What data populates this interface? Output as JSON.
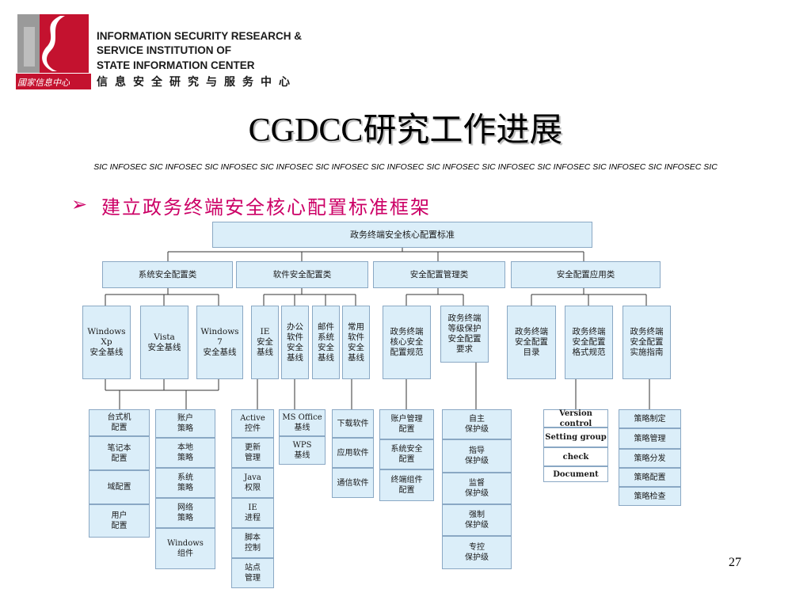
{
  "header": {
    "org_line1": "INFORMATION SECURITY RESEARCH &",
    "org_line2": "SERVICE INSTITUTION OF",
    "org_line3": "STATE INFORMATION CENTER",
    "org_cn": "信息安全研究与服务中心",
    "logo_strip_text": "國家信息中心"
  },
  "title": "CGDCC研究工作进展",
  "banner": "SIC INFOSEC   SIC INFOSEC SIC INFOSEC   SIC INFOSEC SIC INFOSEC   SIC INFOSEC SIC INFOSEC   SIC INFOSEC SIC INFOSEC SIC INFOSEC SIC INFOSEC SIC",
  "bullet": {
    "arrow": "➢",
    "text": "建立政务终端安全核心配置标准框架"
  },
  "page_number": "27",
  "colors": {
    "box_fill": "#dbeef9",
    "box_border": "#8aa8c4",
    "bullet": "#cc0066",
    "logo_red": "#c4122f"
  },
  "diagram": {
    "root": "政务终端安全核心配置标准",
    "categories": [
      "系统安全配置类",
      "软件安全配置类",
      "安全配置管理类",
      "安全配置应用类"
    ],
    "subcategories": [
      "Windows\nXp\n安全基线",
      "Vista\n安全基线",
      "Windows\n7\n安全基线",
      "IE\n安全\n基线",
      "办公\n软件\n安全\n基线",
      "邮件\n系统\n安全\n基线",
      "常用\n软件\n安全\n基线",
      "政务终端\n核心安全\n配置规范",
      "政务终端\n等级保护\n安全配置\n要求",
      "政务终端\n安全配置\n目录",
      "政务终端\n安全配置\n格式规范",
      "政务终端\n安全配置\n实施指南"
    ],
    "detail_groups": {
      "windows_left": [
        "台式机\n配置",
        "笔记本\n配置",
        "域配置",
        "用户\n配置"
      ],
      "windows_right": [
        "账户\n策略",
        "本地\n策略",
        "系统\n策略",
        "网络\n策略",
        "Windows\n组件"
      ],
      "ie": [
        "Active\n控件",
        "更新\n管理",
        "Java\n权限",
        "IE\n进程",
        "脚本\n控制",
        "站点\n管理"
      ],
      "office": [
        "MS Office\n基线",
        "WPS\n基线"
      ],
      "common_software": [
        "下载软件",
        "应用软件",
        "通信软件"
      ],
      "core_spec": [
        "账户管理\n配置",
        "系统安全\n配置",
        "终端组件\n配置"
      ],
      "grade_protection": [
        "自主\n保护级",
        "指导\n保护级",
        "监督\n保护级",
        "强制\n保护级",
        "专控\n保护级"
      ],
      "format_spec": [
        "Version control",
        "Setting group",
        "check",
        "Document"
      ],
      "guide": [
        "策略制定",
        "策略管理",
        "策略分发",
        "策略配置",
        "策略检查"
      ]
    }
  }
}
